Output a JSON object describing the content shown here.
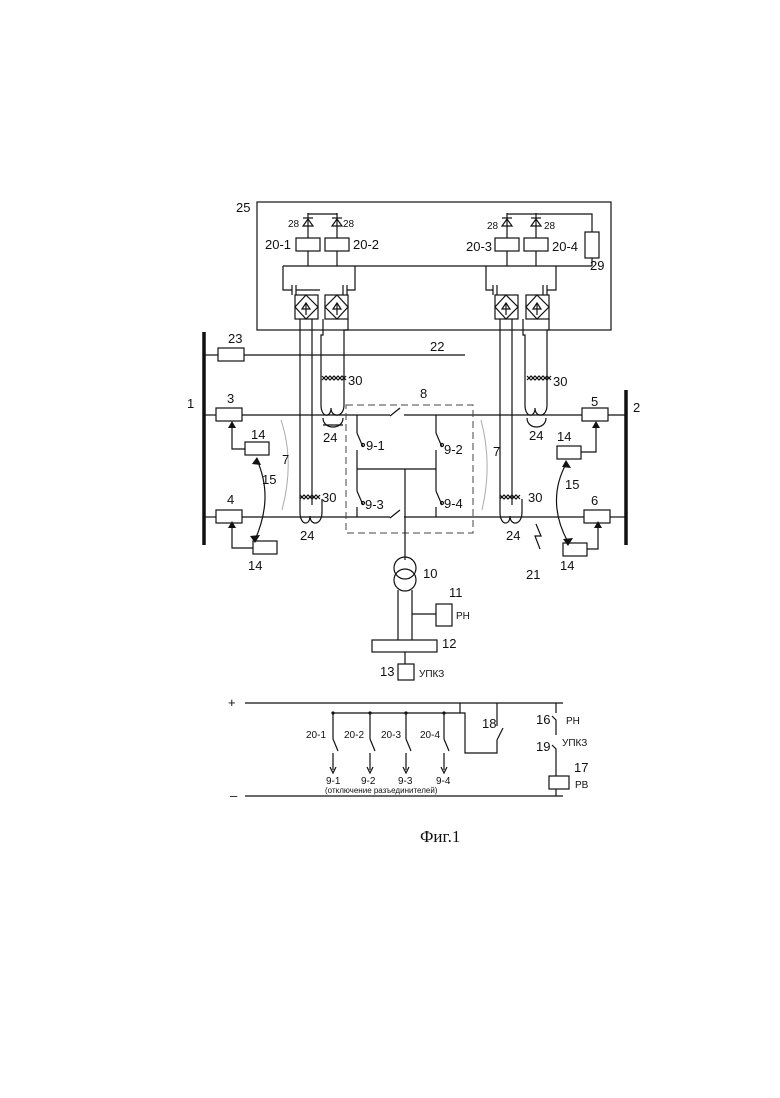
{
  "labels": {
    "n1": "1",
    "n2": "2",
    "n3": "3",
    "n4": "4",
    "n5": "5",
    "n6": "6",
    "n7": "7",
    "n8": "8",
    "n10": "10",
    "n11": "11",
    "n12": "12",
    "n13": "13",
    "n14": "14",
    "n15": "15",
    "n16": "16",
    "n17": "17",
    "n18": "18",
    "n19": "19",
    "n21": "21",
    "n22": "22",
    "n23": "23",
    "n24": "24",
    "n25": "25",
    "n28": "28",
    "n29": "29",
    "n30": "30",
    "s20_1": "20-1",
    "s20_2": "20-2",
    "s20_3": "20-3",
    "s20_4": "20-4",
    "s9_1": "9-1",
    "s9_2": "9-2",
    "s9_3": "9-3",
    "s9_4": "9-4",
    "rn": "РН",
    "upkz": "УПКЗ",
    "rv": "РВ",
    "plus": "+",
    "minus": "–",
    "disconnect_note": "(отключение разъединителей)",
    "caption": "Фиг.1"
  }
}
